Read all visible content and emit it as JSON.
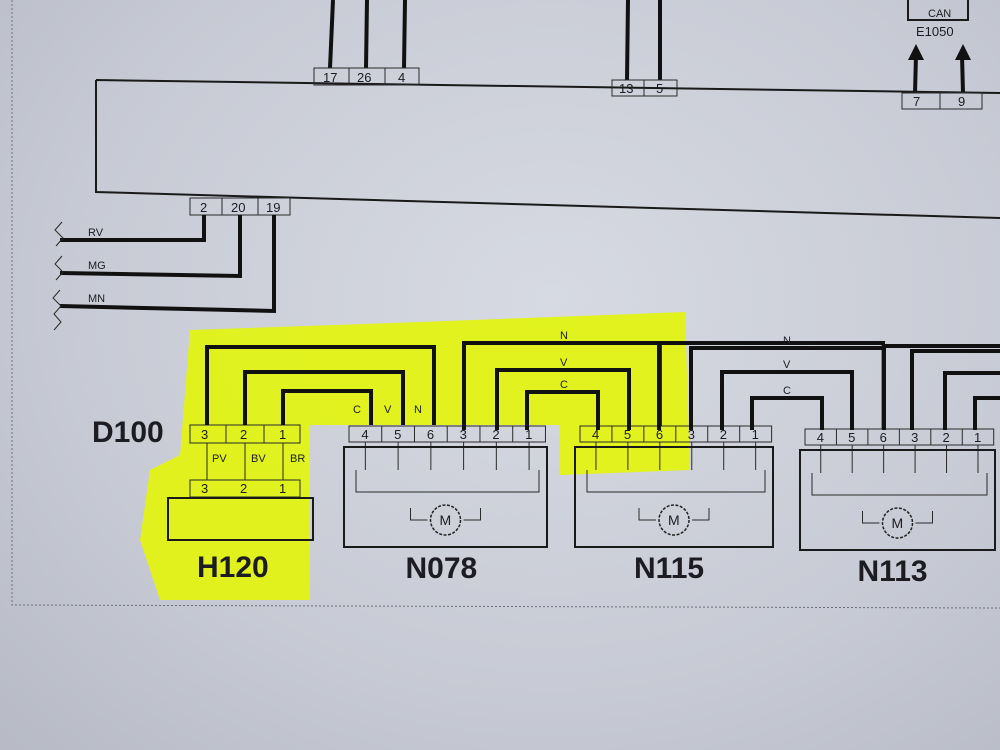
{
  "top_pins": [
    "17",
    "26",
    "4",
    "13",
    "5",
    "7",
    "9"
  ],
  "can_label": "CAN",
  "can_ref": "E1050",
  "ecu_pins": [
    "2",
    "20",
    "19"
  ],
  "wire_labels": [
    "RV",
    "MG",
    "MN"
  ],
  "connector_label": "D100",
  "h120": {
    "name": "H120",
    "upper_pins": [
      "3",
      "2",
      "1"
    ],
    "wire_colors": [
      "PV",
      "BV",
      "BR"
    ],
    "lower_pins": [
      "3",
      "2",
      "1"
    ]
  },
  "motor_pins": [
    "4",
    "5",
    "6",
    "3",
    "2",
    "1"
  ],
  "bus_letters_small": [
    "C",
    "V",
    "N"
  ],
  "bus_letters_loop": [
    "N",
    "V",
    "C"
  ],
  "motor_symbol": "M",
  "motors": [
    {
      "name": "N078"
    },
    {
      "name": "N115"
    },
    {
      "name": "N113"
    }
  ],
  "colors": {
    "highlight": "#e2f50a",
    "ink": "#111111",
    "paper": "#d3d6de"
  }
}
